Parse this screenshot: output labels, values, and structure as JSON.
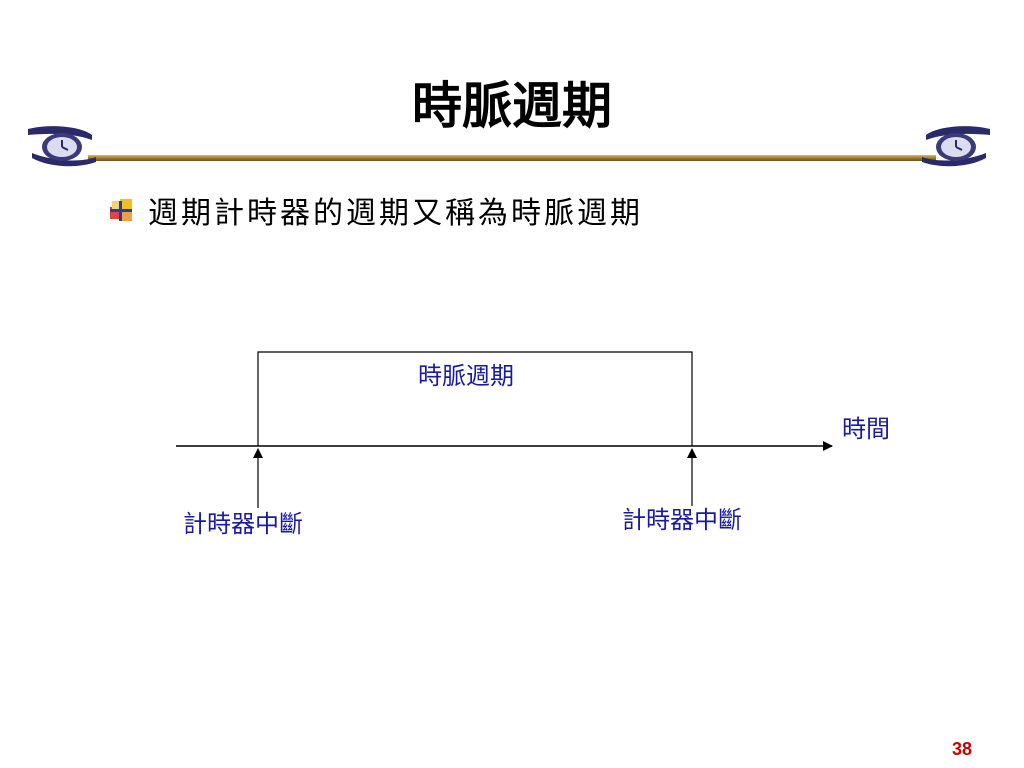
{
  "slide": {
    "title": "時脈週期",
    "page_number": "38"
  },
  "bullets": [
    {
      "text": "週期計時器的週期又稱為時脈週期",
      "icon": "bullet-square-icon"
    }
  ],
  "diagram": {
    "pulse_label": "時脈週期",
    "axis_label": "時間",
    "interrupt_left_label": "計時器中斷",
    "interrupt_right_label": "計時器中斷"
  },
  "colors": {
    "label_blue": "#1a1aa0",
    "page_number_red": "#cc0000",
    "rule_gold": "#a07a30",
    "ornament_navy": "#2a2a6a"
  },
  "icons": {
    "left_ornament": "clock-ornament-icon",
    "right_ornament": "clock-ornament-icon"
  }
}
